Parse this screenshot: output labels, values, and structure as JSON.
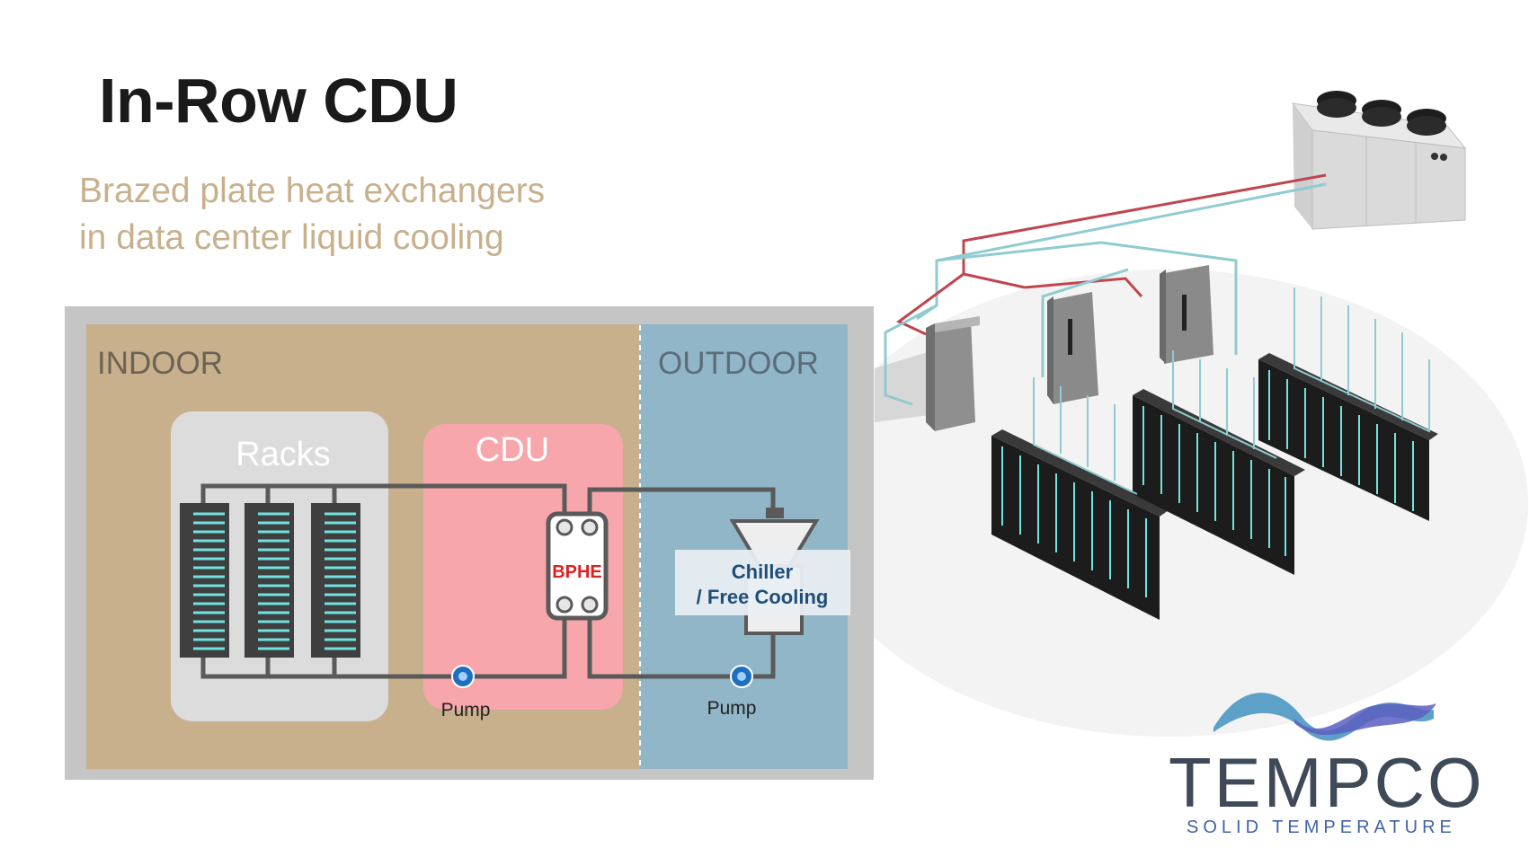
{
  "title": "In-Row CDU",
  "subtitle": {
    "line1": "Brazed plate heat exchangers",
    "line2": "in data center liquid cooling"
  },
  "diagram": {
    "indoor_label": "INDOOR",
    "outdoor_label": "OUTDOOR",
    "racks_label": "Racks",
    "cdu_label": "CDU",
    "bphe_label": "BPHE",
    "pump_left_label": "Pump",
    "pump_right_label": "Pump",
    "chiller_line1": "Chiller",
    "chiller_line2": "/ Free Cooling"
  },
  "logo": {
    "name": "TEMPCO",
    "tagline": "SOLID TEMPERATURE"
  },
  "colors": {
    "indoor_bg": "#c8b08c",
    "outdoor_bg": "#91b6c8",
    "frame": "#c5c5c5",
    "racks_box": "#dcdcdc",
    "cdu_box": "#f7a6ab",
    "pipe": "#5a5a5a",
    "bphe_text": "#e02020",
    "chiller_text": "#1e4f7a",
    "rack_led": "#6fe3df",
    "logo_text": "#3f4a59",
    "logo_tagline": "#3f64a6"
  }
}
